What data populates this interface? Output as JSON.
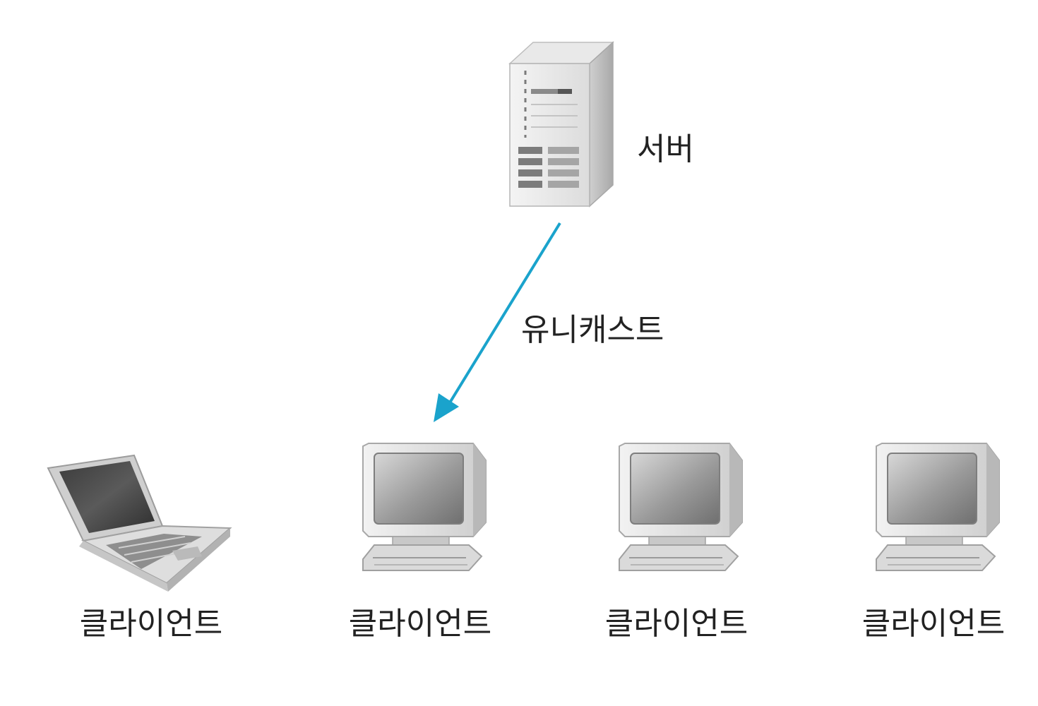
{
  "server": {
    "label": "서버",
    "icon": "server-tower-icon"
  },
  "connection": {
    "label": "유니캐스트",
    "color": "#1aa3cc",
    "from": "server",
    "to": "client-2"
  },
  "clients": [
    {
      "id": "client-1",
      "label": "클라이언트",
      "icon": "laptop-icon"
    },
    {
      "id": "client-2",
      "label": "클라이언트",
      "icon": "desktop-computer-icon"
    },
    {
      "id": "client-3",
      "label": "클라이언트",
      "icon": "desktop-computer-icon"
    },
    {
      "id": "client-4",
      "label": "클라이언트",
      "icon": "desktop-computer-icon"
    }
  ]
}
